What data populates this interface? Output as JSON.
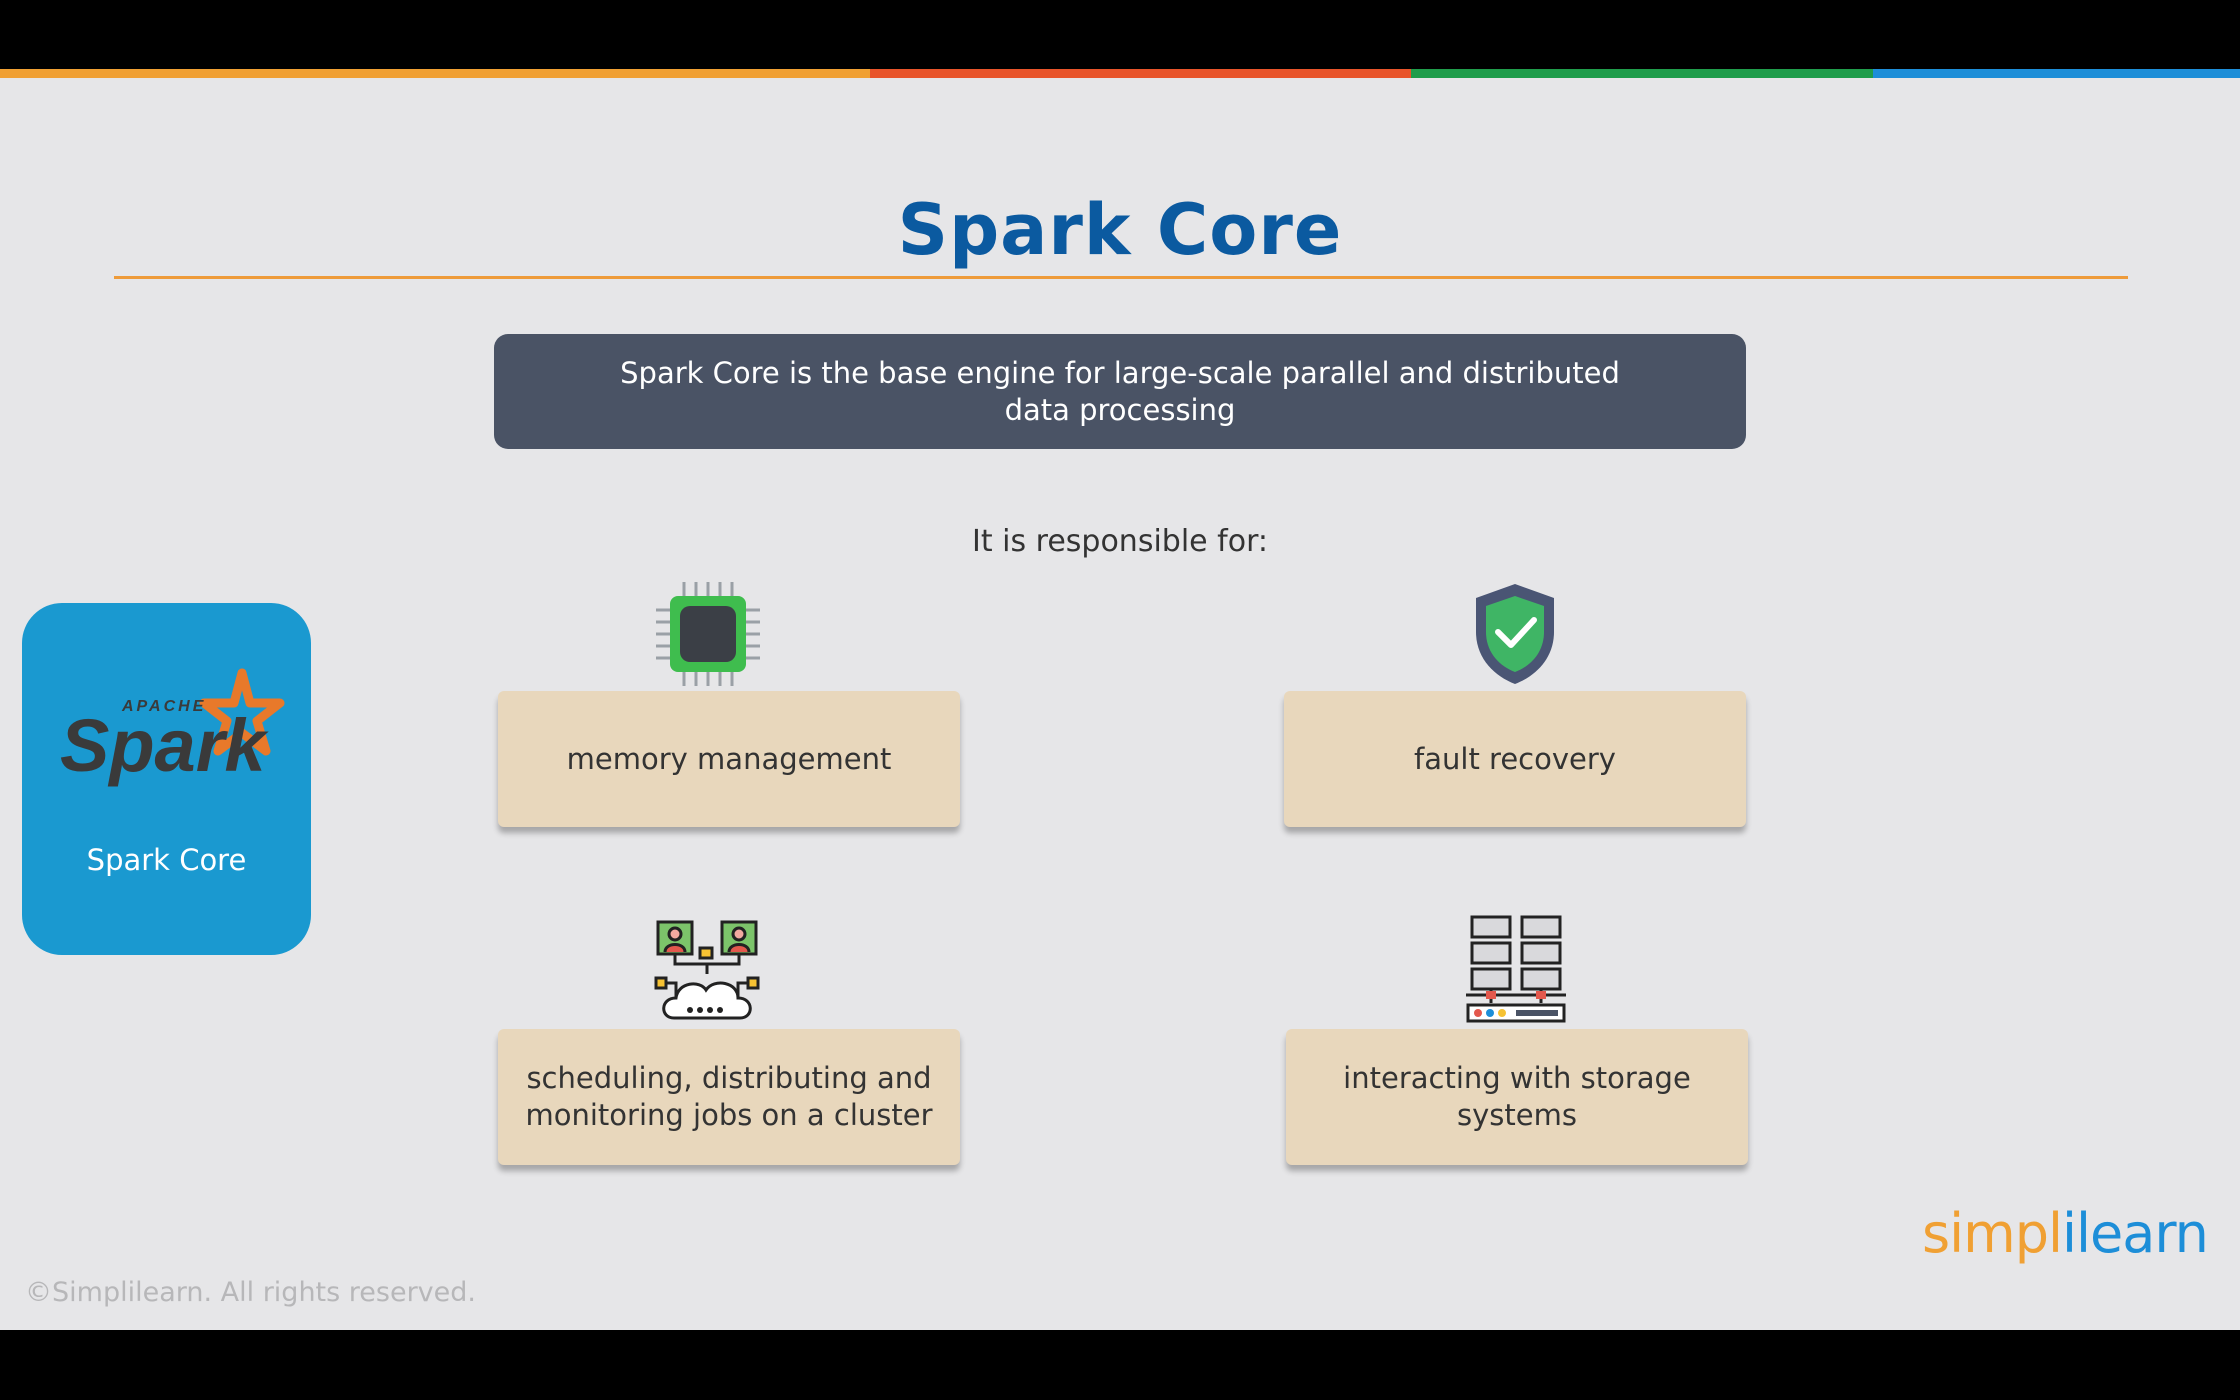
{
  "slide": {
    "title": "Spark Core",
    "definition": "Spark Core is the base engine for large-scale parallel and distributed data processing",
    "subheading": "It is responsible for:"
  },
  "spark_card": {
    "logo_top_text": "APACHE",
    "logo_text": "Spark",
    "label": "Spark Core"
  },
  "responsibilities": [
    {
      "label": "memory management",
      "icon": "chip-icon"
    },
    {
      "label": "fault recovery",
      "icon": "shield-check-icon"
    },
    {
      "label": "scheduling, distributing and monitoring jobs on a cluster",
      "icon": "cluster-network-icon"
    },
    {
      "label": "interacting with storage systems",
      "icon": "server-rack-icon"
    }
  ],
  "footer": {
    "copyright": "©Simplilearn. All rights reserved.",
    "brand_part1": "simpl",
    "brand_part2": "i",
    "brand_part3": "learn"
  },
  "colors": {
    "title": "#0b5aa0",
    "definition_bg": "#4a5365",
    "card_bg": "#1a99d0",
    "box_bg": "#e8d7bc",
    "bar_orange": "#f0a033",
    "bar_red": "#e8542a",
    "bar_green": "#1f9d4b",
    "bar_blue": "#1d8ed8"
  }
}
